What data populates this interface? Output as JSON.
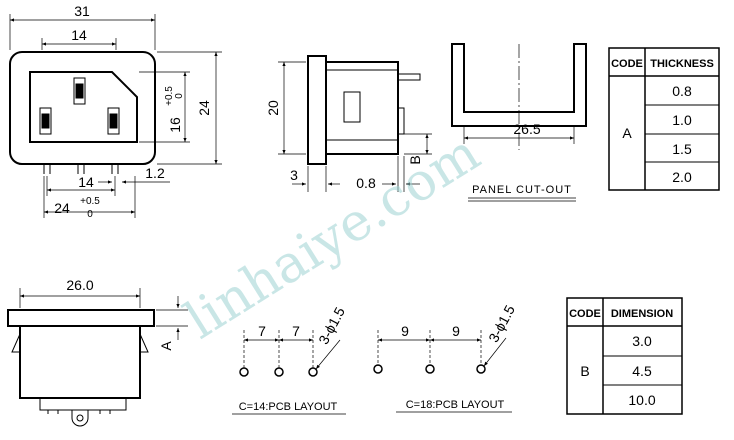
{
  "front_view": {
    "width_label": "31",
    "inner_width_label": "14",
    "height_label": "24",
    "inner_height_label": "16",
    "tol_plus": "+0.5",
    "tol_zero": "0",
    "pin_span_label": "14",
    "pin_offset_label": "1.2",
    "base_width_label": "24",
    "base_tol_plus": "+0.5",
    "base_tol_zero": "0"
  },
  "side_view": {
    "height_label": "20",
    "left_offset_label": "3",
    "thickness_label": "0.8",
    "b_label": "B"
  },
  "panel_cutout": {
    "width_label": "26.5",
    "caption": "PANEL CUT-OUT"
  },
  "bottom_view": {
    "width_label": "26.0",
    "a_label": "A"
  },
  "pcb_layout_14": {
    "pitch1": "7",
    "pitch2": "7",
    "hole_label": "3-ϕ1.5",
    "caption": "C=14:PCB LAYOUT"
  },
  "pcb_layout_18": {
    "pitch1": "9",
    "pitch2": "9",
    "hole_label": "3-ϕ1.5",
    "caption": "C=18:PCB LAYOUT"
  },
  "thickness_table": {
    "headers": [
      "CODE",
      "THICKNESS"
    ],
    "code": "A",
    "values": [
      "0.8",
      "1.0",
      "1.5",
      "2.0"
    ]
  },
  "dimension_table": {
    "headers": [
      "CODE",
      "DIMENSION"
    ],
    "code": "B",
    "values": [
      "3.0",
      "4.5",
      "10.0"
    ]
  },
  "watermark": "linhaiye.com"
}
